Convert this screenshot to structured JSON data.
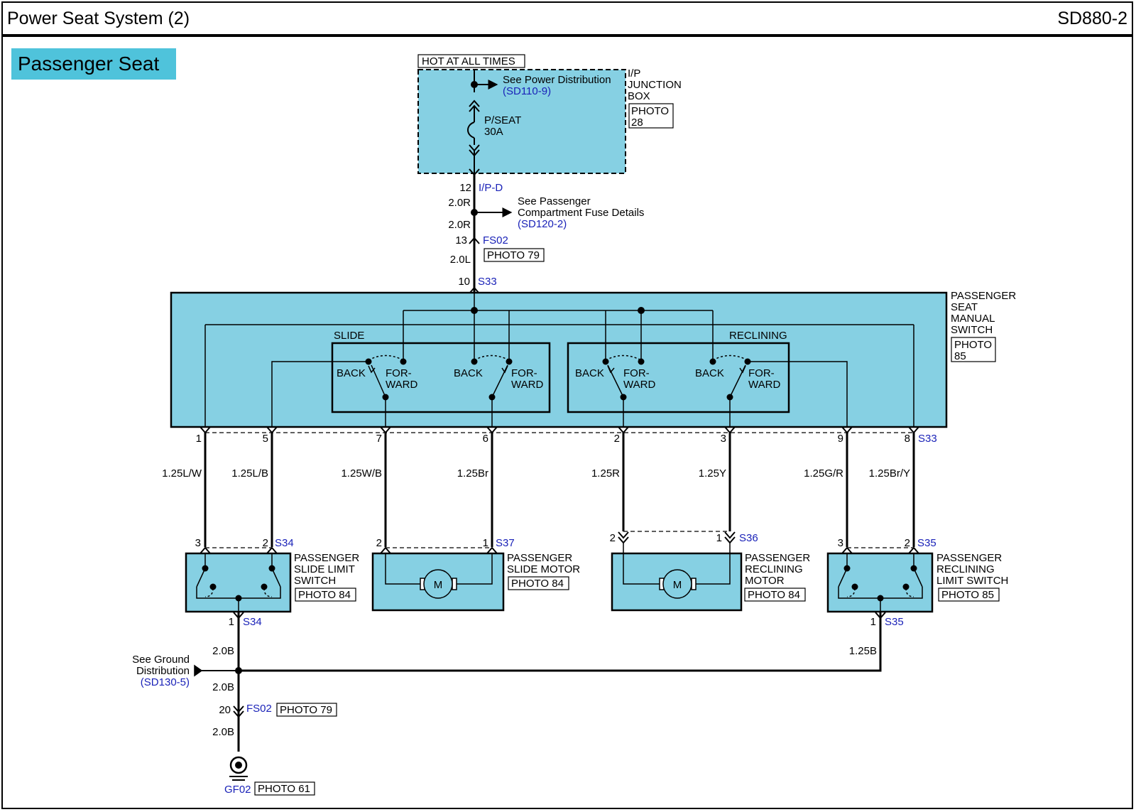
{
  "header": {
    "title": "Power Seat System (2)",
    "code": "SD880-2"
  },
  "section": {
    "label": "Passenger Seat"
  },
  "colors": {
    "component_fill": "#86d0e3",
    "wire": "#000000",
    "ref_text": "#1a22b8",
    "badge": "#4fc3db"
  },
  "junction": {
    "hot_label": "HOT AT ALL TIMES",
    "name_lines": [
      "I/P",
      "JUNCTION",
      "BOX"
    ],
    "photo_lines": [
      "PHOTO",
      "28"
    ],
    "power_dist_text": "See Power Distribution",
    "power_dist_ref": "(SD110-9)",
    "fuse_lines": [
      "P/SEAT",
      "30A"
    ]
  },
  "feed": {
    "pin_top": "12",
    "conn_top": "I/P-D",
    "wire_upper": "2.0R",
    "wire_lower": "2.0R",
    "fuse_detail_lines": [
      "See Passenger",
      "Compartment Fuse Details"
    ],
    "fuse_detail_ref": "(SD120-2)",
    "pin_mid": "13",
    "conn_mid": "FS02",
    "photo_mid": "PHOTO 79",
    "wire_mid": "2.0L",
    "pin_switch": "10",
    "conn_switch": "S33"
  },
  "switch": {
    "name_lines": [
      "PASSENGER",
      "SEAT",
      "MANUAL",
      "SWITCH"
    ],
    "photo_lines": [
      "PHOTO",
      "85"
    ],
    "slide_label": "SLIDE",
    "reclining_label": "RECLINING",
    "back_label": "BACK",
    "forward_lines": [
      "FOR-",
      "WARD"
    ],
    "bottom_pins": [
      "1",
      "5",
      "7",
      "6",
      "2",
      "3",
      "9",
      "8"
    ],
    "bottom_conn": "S33"
  },
  "wires": [
    "1.25L/W",
    "1.25L/B",
    "1.25W/B",
    "1.25Br",
    "1.25R",
    "1.25Y",
    "1.25G/R",
    "1.25Br/Y"
  ],
  "slide_limit": {
    "pins": [
      "3",
      "2"
    ],
    "conn": "S34",
    "name_lines": [
      "PASSENGER",
      "SLIDE LIMIT",
      "SWITCH"
    ],
    "photo": "PHOTO 84",
    "ground_pin": "1",
    "ground_conn": "S34"
  },
  "slide_motor": {
    "pins": [
      "2",
      "1"
    ],
    "conn": "S37",
    "name_lines": [
      "PASSENGER",
      "SLIDE MOTOR"
    ],
    "photo": "PHOTO 84",
    "motor_symbol": "M"
  },
  "reclining_motor": {
    "pins": [
      "2",
      "1"
    ],
    "conn": "S36",
    "name_lines": [
      "PASSENGER",
      "RECLINING",
      "MOTOR"
    ],
    "photo": "PHOTO 84",
    "motor_symbol": "M"
  },
  "reclining_limit": {
    "pins": [
      "3",
      "2"
    ],
    "conn": "S35",
    "name_lines": [
      "PASSENGER",
      "RECLINING",
      "LIMIT SWITCH"
    ],
    "photo": "PHOTO 85",
    "ground_pin": "1",
    "ground_conn": "S35"
  },
  "ground": {
    "wire_left_top": "2.0B",
    "wire_right": "1.25B",
    "dist_lines": [
      "See Ground",
      "Distribution"
    ],
    "dist_ref": "(SD130-5)",
    "wire_left_mid": "2.0B",
    "pin": "20",
    "conn": "FS02",
    "photo": "PHOTO 79",
    "wire_left_bottom": "2.0B",
    "ground_point": "GF02",
    "ground_photo": "PHOTO 61"
  }
}
